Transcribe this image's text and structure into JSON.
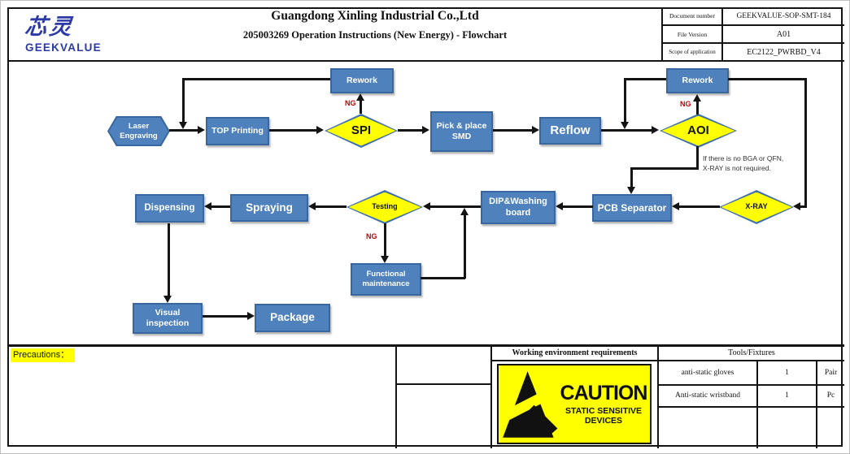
{
  "header": {
    "logo_cn": "芯灵",
    "logo_en": "GEEKVALUE",
    "company": "Guangdong Xinling Industrial Co.,Ltd",
    "doc_title": "205003269 Operation Instructions (New Energy) - Flowchart",
    "meta": {
      "doc_number_label": "Document number",
      "doc_number_value": "GEEKVALUE-SOP-SMT-184",
      "file_version_label": "File Version",
      "file_version_value": "A01",
      "scope_label": "Scope of application",
      "scope_value": "EC2122_PWRBD_V4"
    }
  },
  "flowchart": {
    "nodes": {
      "laser_engraving": "Laser\nEngraving",
      "top_printing": "TOP Printing",
      "spi": "SPI",
      "rework_1": "Rework",
      "pick_place_smd": "Pick & place\nSMD",
      "reflow": "Reflow",
      "aoi": "AOI",
      "rework_2": "Rework",
      "xray": "X-RAY",
      "pcb_separator": "PCB Separator",
      "dip_washing": "DIP&Washing\nboard",
      "testing": "Testing",
      "spraying": "Spraying",
      "dispensing": "Dispensing",
      "functional_maintenance": "Functional\nmaintenance",
      "visual_inspection": "Visual\ninspection",
      "package": "Package"
    },
    "ng_label": "NG",
    "xray_note": "If there is no BGA or QFN,\nX-RAY is not required."
  },
  "footer": {
    "precautions_label": "Precautions：",
    "working_env_header": "Working environment requirements",
    "caution_sign": {
      "title": "CAUTION",
      "subtitle_line1": "STATIC SENSITIVE",
      "subtitle_line2": "DEVICES"
    },
    "tools": {
      "header": "Tools/Fixtures",
      "rows": [
        {
          "name": "anti-static gloves",
          "qty": "1",
          "unit": "Pair"
        },
        {
          "name": "Anti-static wristband",
          "qty": "1",
          "unit": "Pc"
        }
      ]
    }
  },
  "colors": {
    "box_fill": "#4f81bd",
    "box_border": "#38669e",
    "diamond_fill": "#ffff00",
    "ng_red": "#c00000",
    "logo_blue": "#2b3aa5",
    "highlight_yellow": "#ffff00"
  }
}
